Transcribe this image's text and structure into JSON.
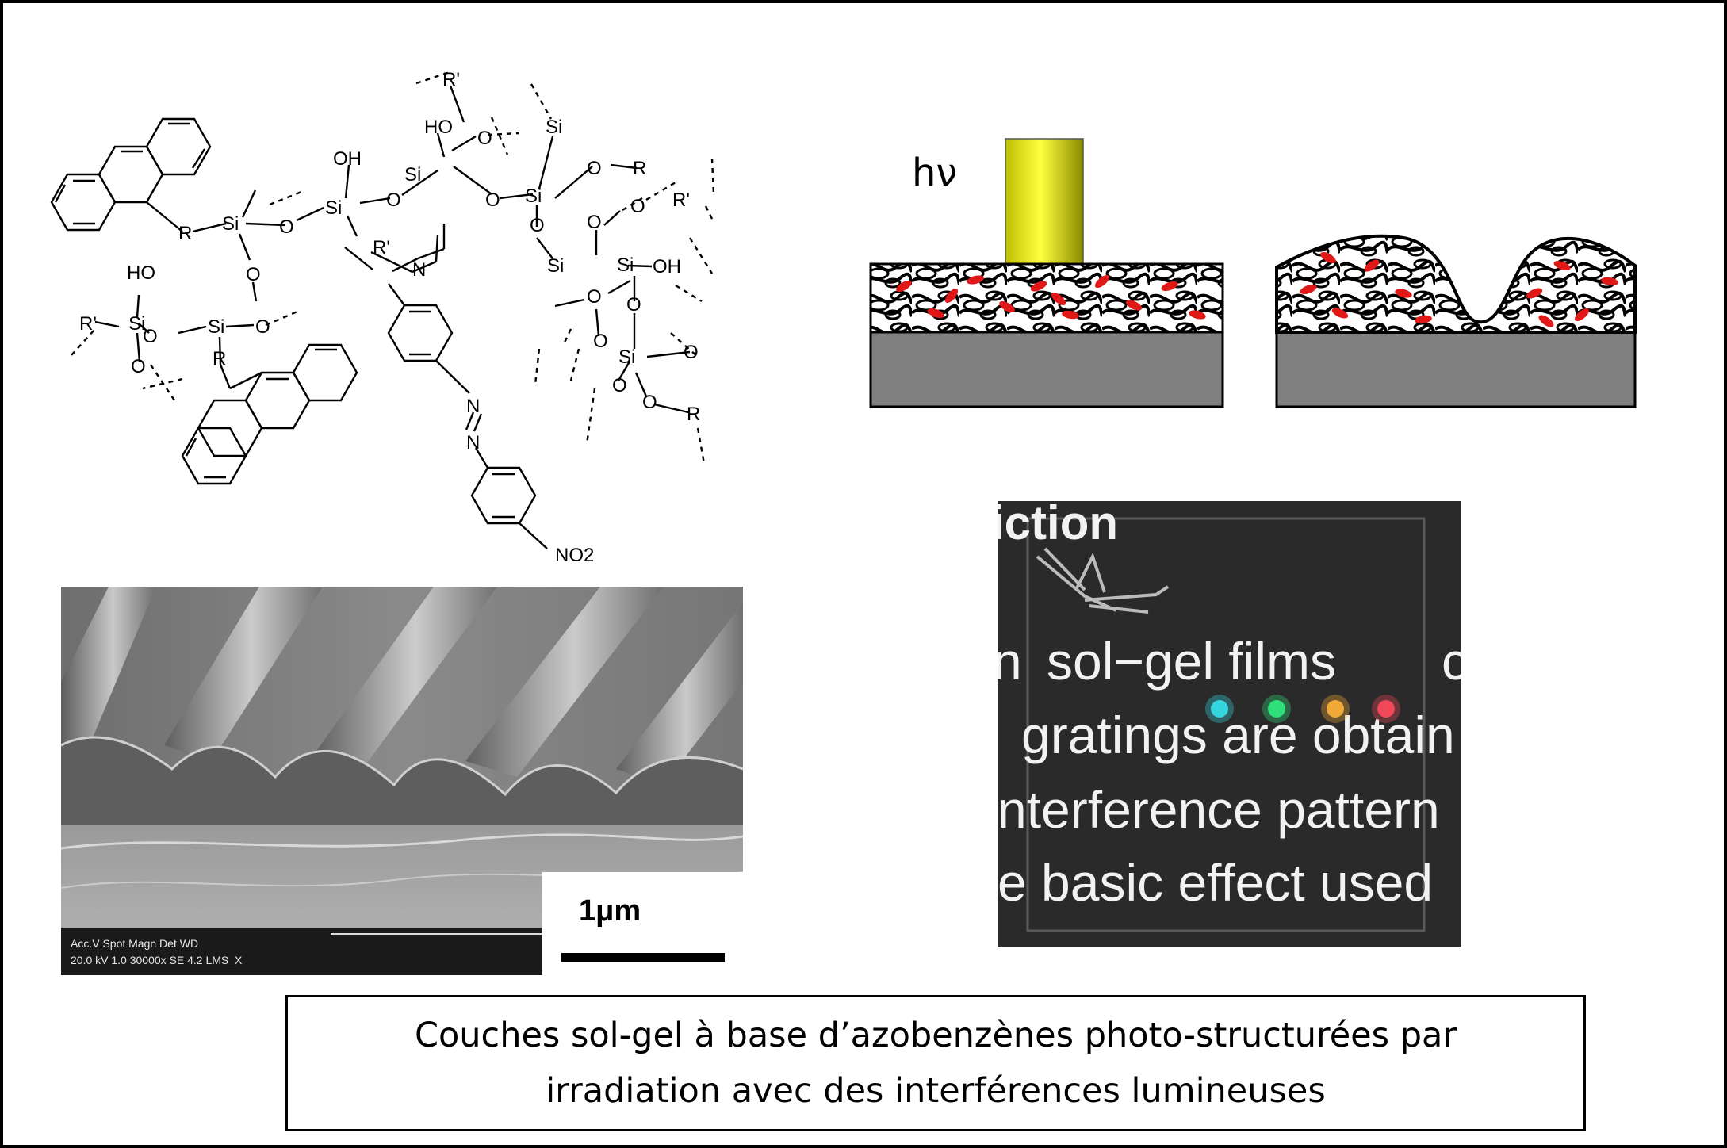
{
  "molecule": {
    "atoms": {
      "si": "Si",
      "o": "O",
      "oh": "OH",
      "ho": "HO",
      "r": "R",
      "r_prime": "R'",
      "n": "N",
      "no2": "NO2"
    }
  },
  "irradiation": {
    "photon_label": "hν"
  },
  "sem": {
    "scale_label": "1μm",
    "meta_line1": "Acc.V  Spot Magn   Det  WD",
    "meta_line2": "20.0 kV 1.0  30000x  SE  4.2  LMS_X"
  },
  "photo": {
    "line0": "iction",
    "line1": "sol−gel   films",
    "line1_edge": "n",
    "line1_right": "c",
    "line2": "gratings are obtain",
    "line3": "nterference  pattern",
    "line4": "e  basic effect used",
    "dot_colors": [
      "#35d5e0",
      "#2fe07a",
      "#f0a838",
      "#f04858"
    ]
  },
  "caption": {
    "line1": "Couches sol-gel à base d’azobenzènes photo-structurées par",
    "line2": "irradiation avec des interférences lumineuses"
  }
}
